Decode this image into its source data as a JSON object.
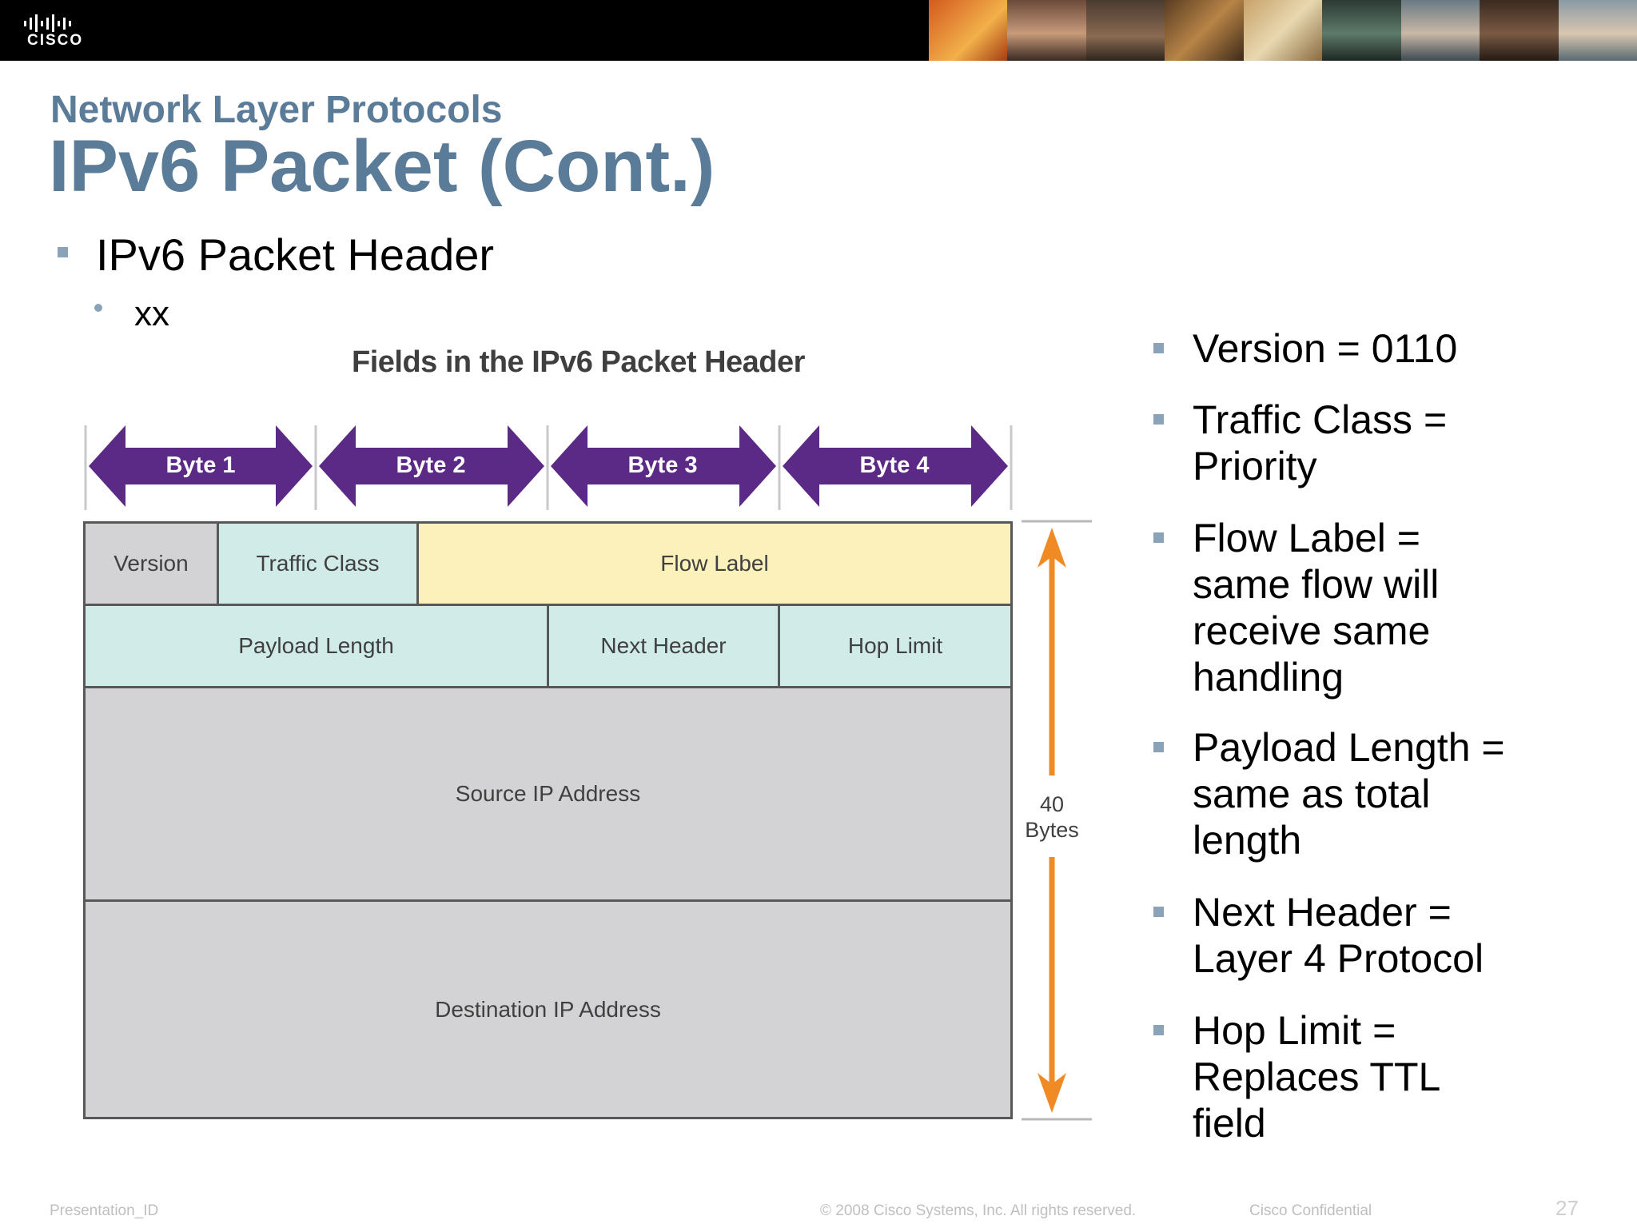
{
  "header": {
    "logo_text": "CISCO"
  },
  "slide": {
    "subtitle": "Network Layer Protocols",
    "title": "IPv6 Packet (Cont.)",
    "bullet1": "IPv6 Packet Header",
    "bullet2": "xx"
  },
  "figure": {
    "title": "Fields in the IPv6 Packet Header",
    "bytes": [
      "Byte 1",
      "Byte 2",
      "Byte 3",
      "Byte 4"
    ],
    "fields": {
      "version": "Version",
      "traffic_class": "Traffic Class",
      "flow_label": "Flow Label",
      "payload_length": "Payload Length",
      "next_header": "Next Header",
      "hop_limit": "Hop Limit",
      "source": "Source IP Address",
      "destination": "Destination IP Address"
    },
    "size_value": "40",
    "size_unit": "Bytes",
    "colors": {
      "arrow": "#5b2a86",
      "size_arrow": "#f08a24"
    }
  },
  "right_bullets": [
    [
      "Version = 0110"
    ],
    [
      "Traffic Class =",
      "Priority"
    ],
    [
      "Flow Label =",
      "same flow will",
      "receive same",
      "handling"
    ],
    [
      "Payload Length =",
      "same as total",
      "length"
    ],
    [
      "Next Header =",
      "Layer 4 Protocol"
    ],
    [
      "Hop Limit =",
      "Replaces TTL",
      "field"
    ]
  ],
  "footer": {
    "left": "Presentation_ID",
    "center": "© 2008 Cisco Systems, Inc. All rights reserved.",
    "right": "Cisco Confidential",
    "page": "27"
  }
}
